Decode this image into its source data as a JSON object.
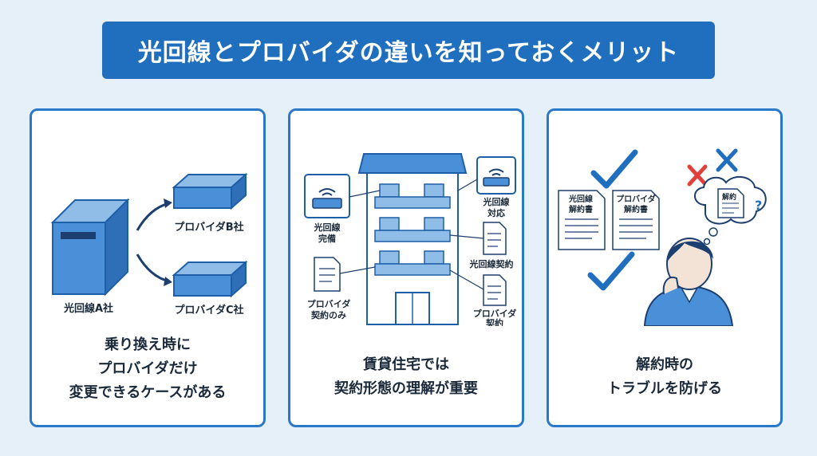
{
  "title": "光回線とプロバイダの違いを知っておくメリット",
  "colors": {
    "accent": "#1f6fbe",
    "box_blue": "#4a90d9",
    "light_blue": "#cfe2f5",
    "red": "#e0403a",
    "text": "#1b2a3a"
  },
  "card1": {
    "labels": {
      "main_box": "光回線A社",
      "provider_b": "プロバイダB社",
      "provider_c": "プロバイダC社"
    },
    "caption": [
      "乗り換え時に",
      "プロバイダだけ",
      "変更できるケースがある"
    ]
  },
  "card2": {
    "labels": {
      "router_left": [
        "光回線",
        "完備"
      ],
      "doc_left": [
        "プロバイダ",
        "契約のみ"
      ],
      "router_right": [
        "光回線",
        "対応"
      ],
      "doc_right_1": "光回線契約",
      "doc_right_2": [
        "プロバイダ",
        "契約"
      ]
    },
    "caption": [
      "賃貸住宅では",
      "契約形態の理解が重要"
    ]
  },
  "card3": {
    "labels": {
      "doc_1": [
        "光回線",
        "解約書"
      ],
      "doc_2": [
        "プロバイダ",
        "解約書"
      ],
      "bubble_doc": "解約"
    },
    "caption": [
      "解約時の",
      "トラブルを防げる"
    ]
  }
}
